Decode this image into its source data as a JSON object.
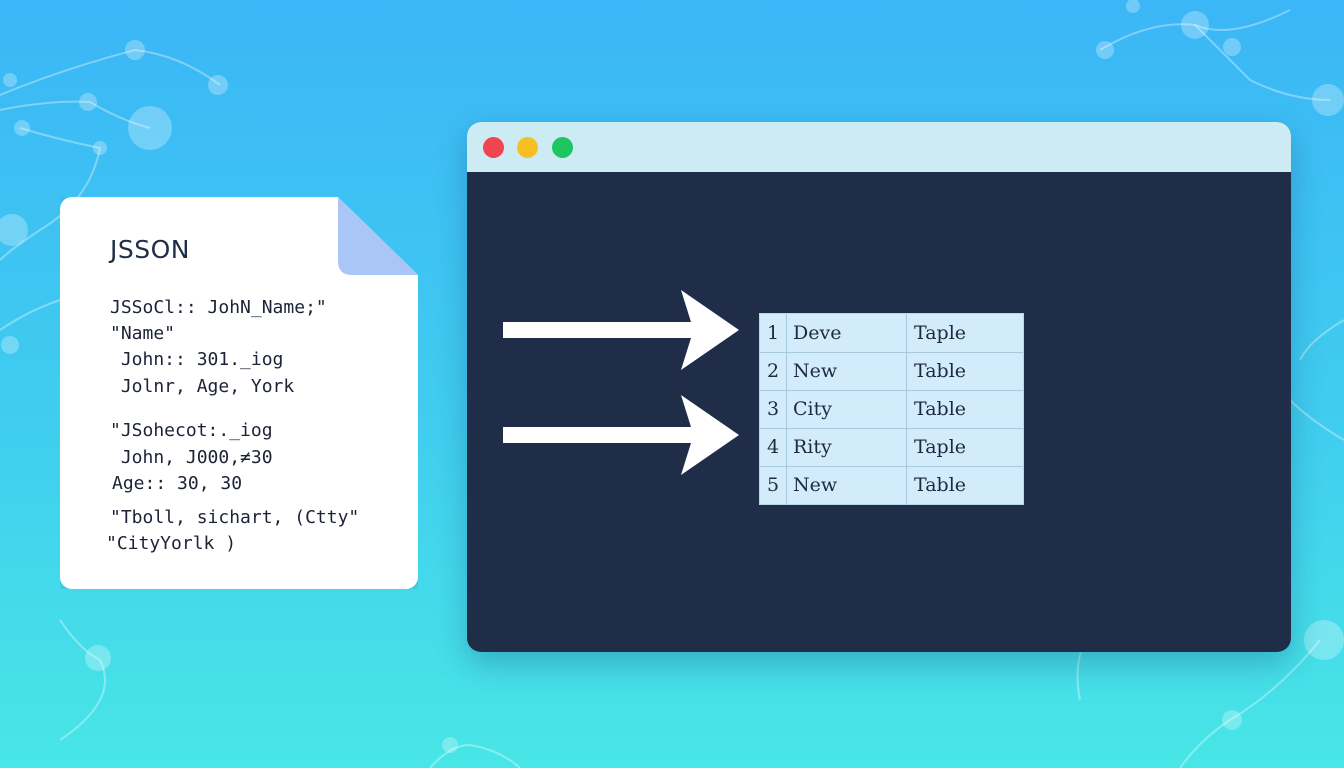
{
  "colors": {
    "background_top": "#3bb6f6",
    "background_bottom": "#48e6e6",
    "browser_body": "#1f2d48",
    "titlebar": "#cdebf3",
    "dot_red": "#ef4552",
    "dot_yellow": "#f6bf26",
    "dot_green": "#1dc65f",
    "fold": "#a9c6f6",
    "table_bg": "#d3ecfb",
    "arrow": "#ffffff"
  },
  "icons": {
    "document": "file-icon",
    "arrows": "arrow-right-icon",
    "window_controls": [
      "close-dot-icon",
      "minimize-dot-icon",
      "maximize-dot-icon"
    ]
  },
  "doc": {
    "title": "JSSON",
    "lines": [
      "JSSoCl:: JohN_Name;\"",
      "\"Name\"",
      " John:: 301._iog",
      " Jolnr, Age, York",
      "\"JSohecot:._iog",
      " John, J000,≠30",
      "Age:: 30, 30",
      "\"Tboll, sichart, (Ctty\"",
      "\"CityYorlk )"
    ]
  },
  "table": {
    "rows": [
      {
        "num": "1",
        "name": "Deve",
        "type": "Taple"
      },
      {
        "num": "2",
        "name": "New",
        "type": "Table"
      },
      {
        "num": "3",
        "name": "City",
        "type": "Table"
      },
      {
        "num": "4",
        "name": "Rity",
        "type": "Taple"
      },
      {
        "num": "5",
        "name": "New",
        "type": "Table"
      }
    ]
  }
}
